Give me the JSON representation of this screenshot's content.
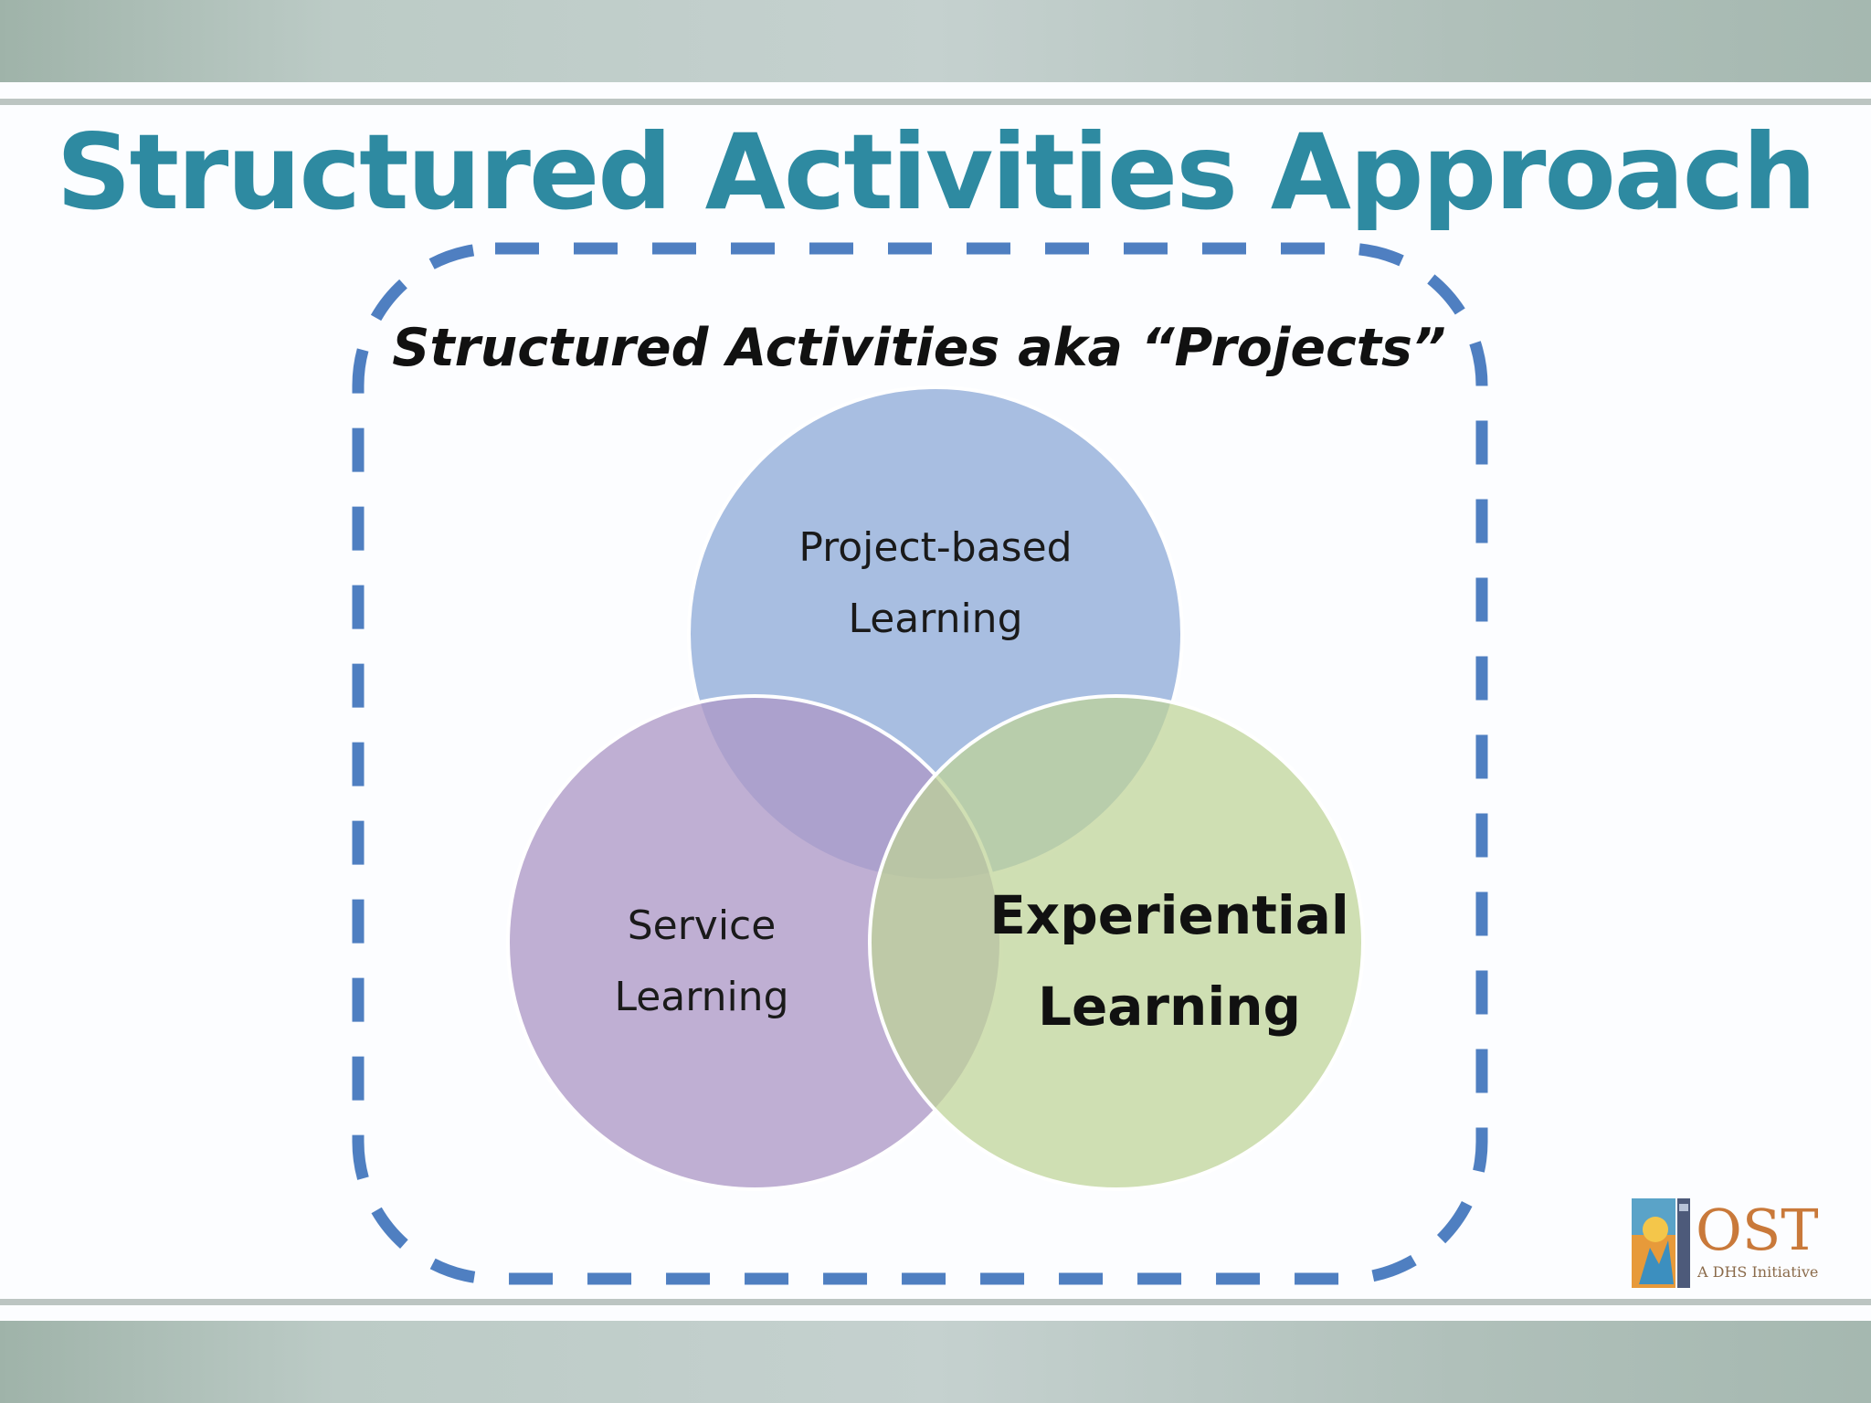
{
  "slide": {
    "title": "Structured Activities Approach",
    "subtitle": "Structured Activities aka “Projects”"
  },
  "venn": {
    "circles": [
      {
        "line1": "Project-based",
        "line2": "Learning",
        "color": "#a3bbdf"
      },
      {
        "line1": "Service",
        "line2": "Learning",
        "color": "#b9a8cf"
      },
      {
        "line1": "Experiential",
        "line2": "Learning",
        "color": "#cbdca9"
      }
    ],
    "frame_color": "#4f7fc1"
  },
  "logo": {
    "text": "OST",
    "tagline": "A DHS Initiative"
  }
}
